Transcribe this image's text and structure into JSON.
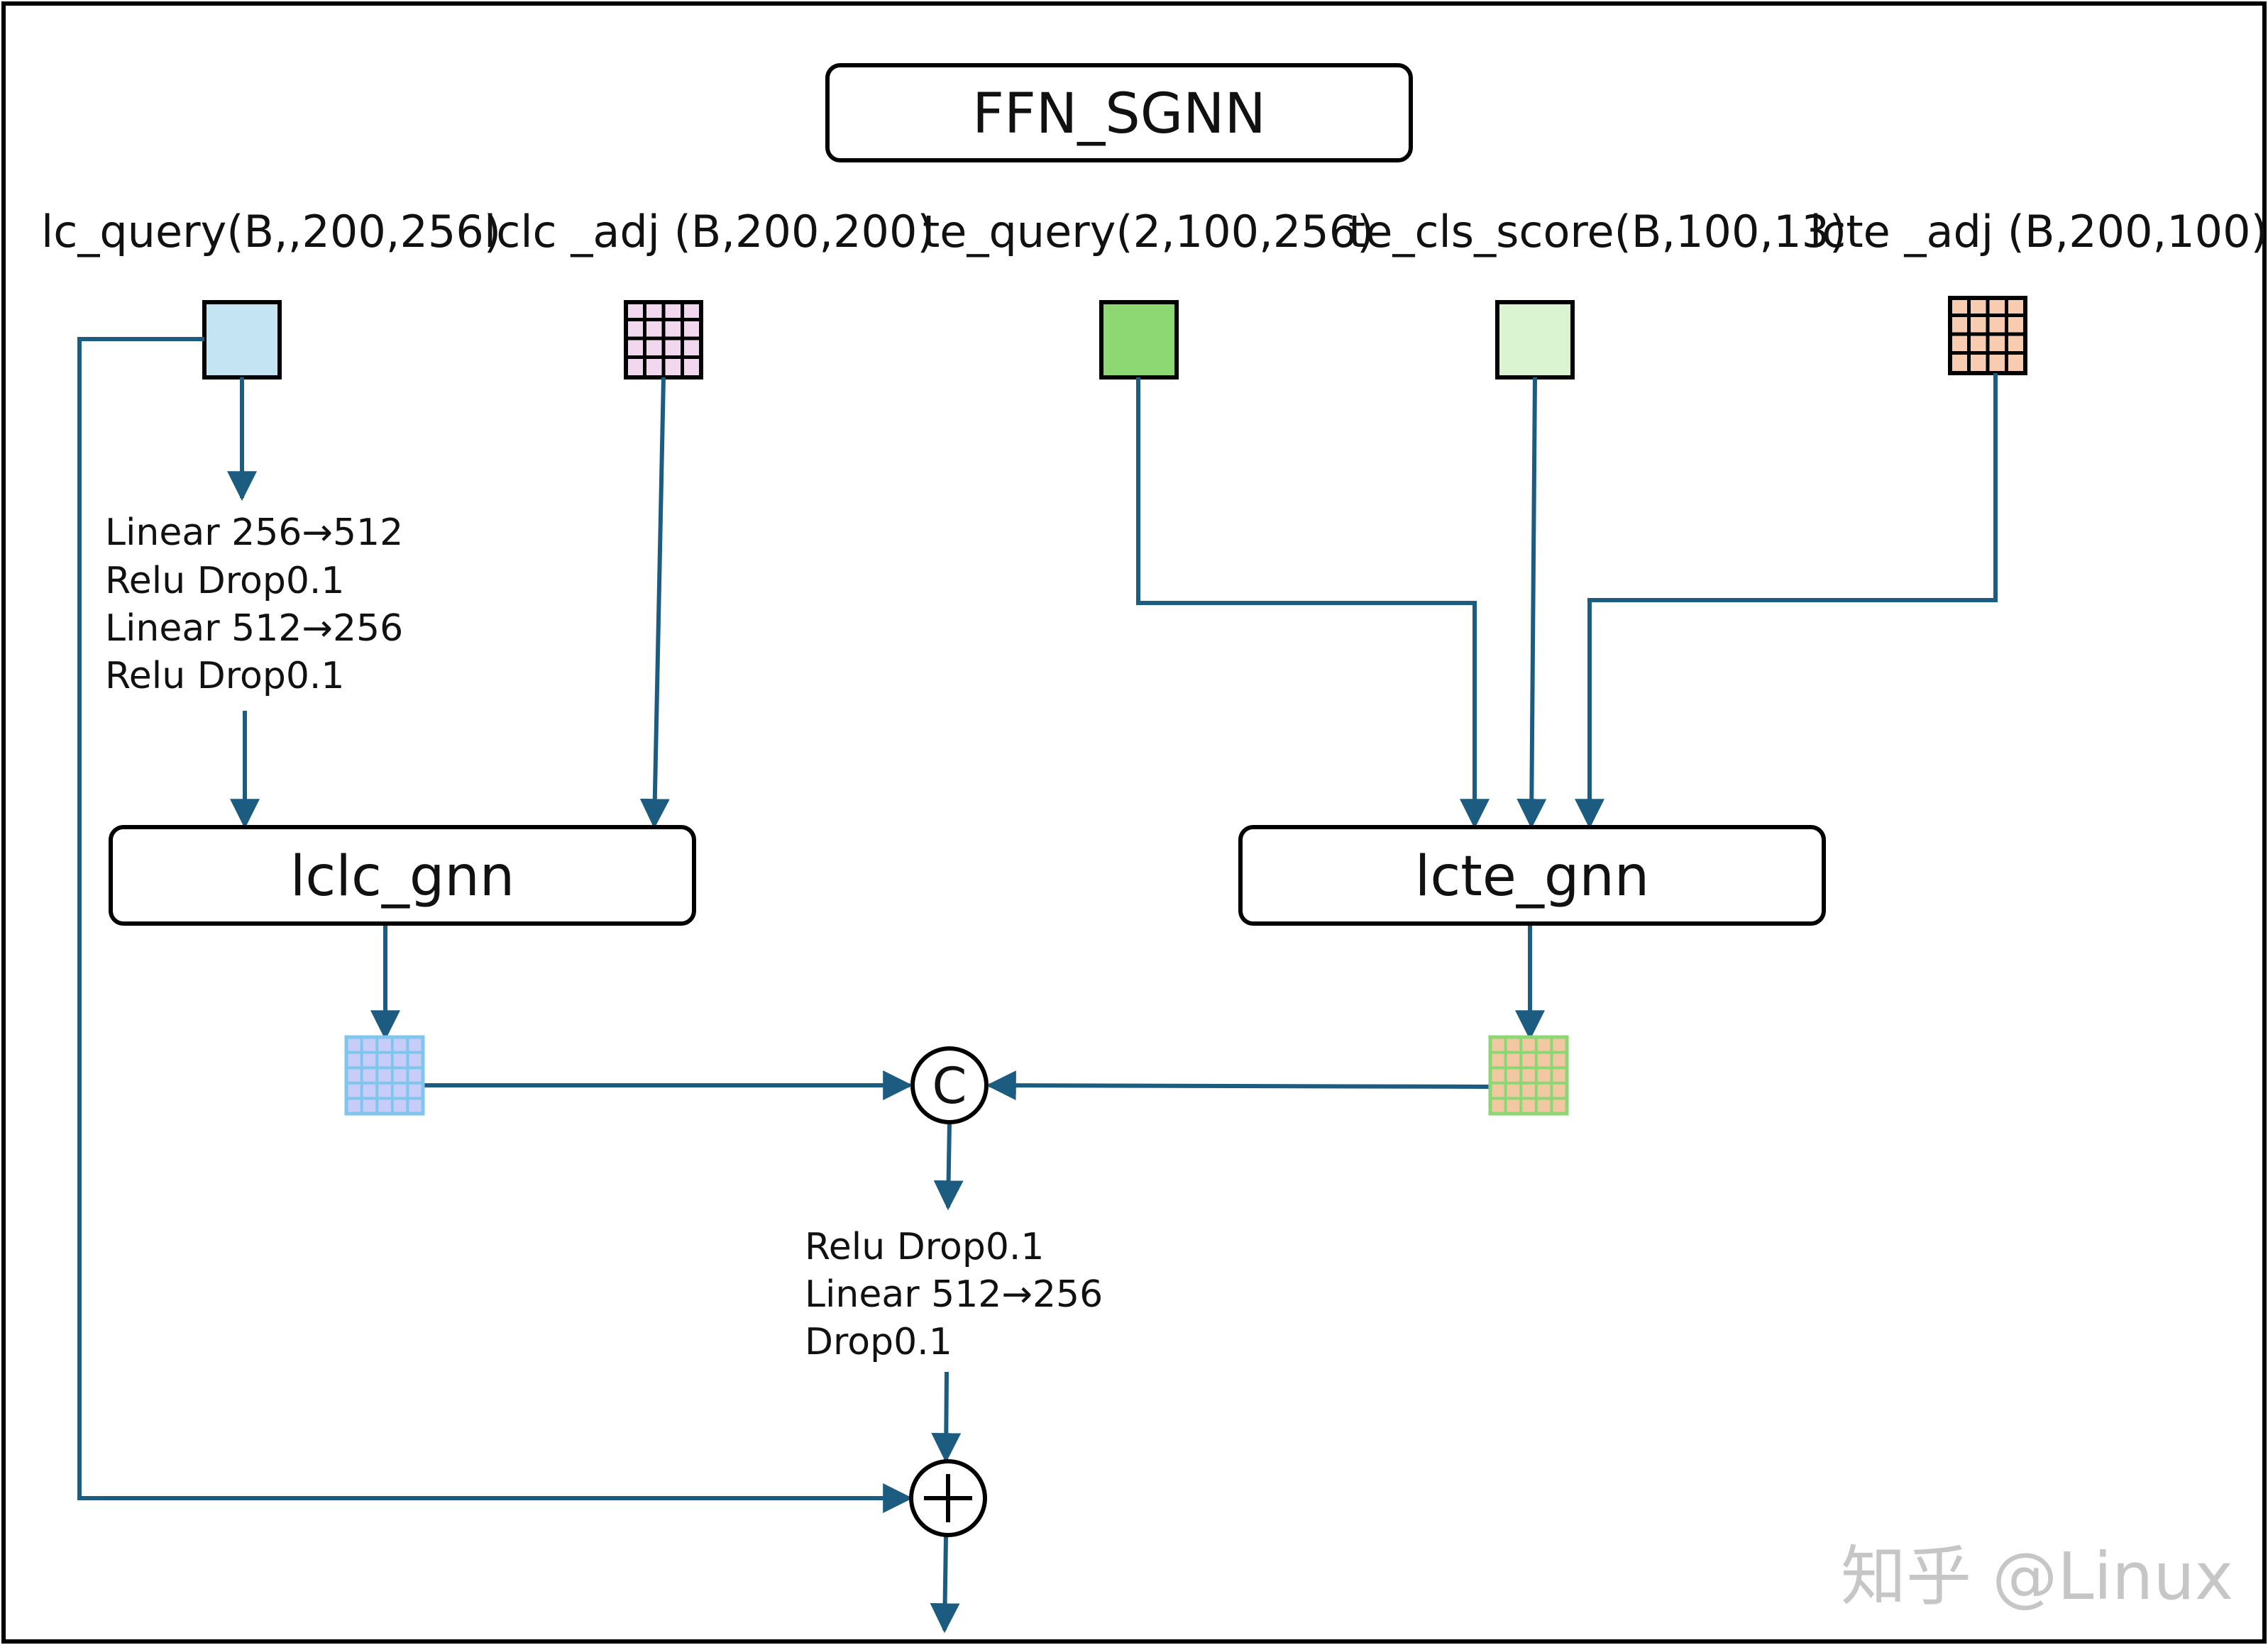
{
  "title": "FFN_SGNN",
  "inputs": [
    {
      "label": "lc_query(B,,200,256)",
      "fill": "#c4e4f4",
      "grid": false
    },
    {
      "label": "lclc _adj (B,200,200)",
      "fill": "#f2d8ee",
      "grid": true
    },
    {
      "label": "te_query(2,100,256)",
      "fill": "#8ed873",
      "grid": false
    },
    {
      "label": "te_cls_score(B,100,13)",
      "fill": "#daf3d0",
      "grid": false
    },
    {
      "label": "lcte _adj (B,200,100)",
      "fill": "#f7ccb0",
      "grid": true
    }
  ],
  "ffn_ops": [
    "Linear 256→512",
    "Relu Drop0.1",
    "Linear 512→256",
    "Relu Drop0.1"
  ],
  "gnn_blocks": {
    "left": "lclc_gnn",
    "right": "lcte_gnn"
  },
  "gnn_outputs": {
    "left_fill": "#c7ccf8",
    "left_line": "#7fc6ec",
    "right_fill": "#f2c8a3",
    "right_line": "#8bd773"
  },
  "concat_symbol": "C",
  "post_ops": [
    "Relu Drop0.1",
    "Linear 512→256",
    "Drop0.1"
  ],
  "add_symbol": "+",
  "watermark": "知乎 @Linux",
  "colors": {
    "line": "#1c5c80",
    "border": "#000000"
  }
}
